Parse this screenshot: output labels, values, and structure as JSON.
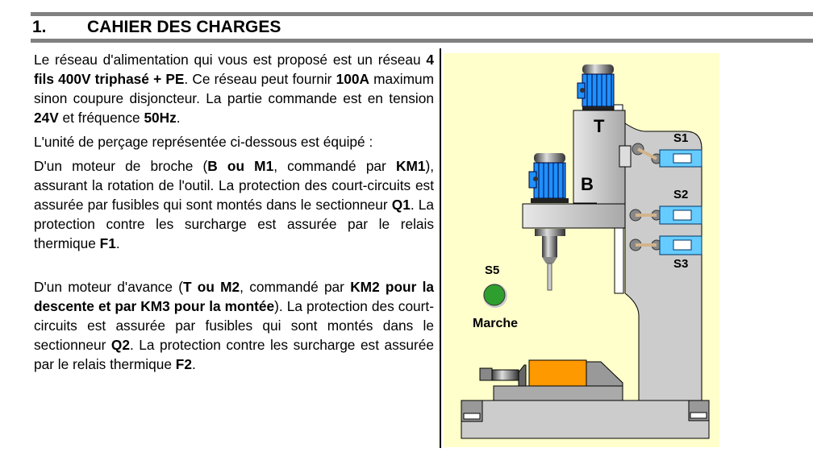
{
  "heading": {
    "number": "1.",
    "title": "CAHIER DES CHARGES"
  },
  "body": {
    "p1": [
      "Le réseau d'alimentation qui vous est proposé est  un réseau ",
      "4 fils 400V triphasé + PE",
      ". Ce réseau peut fournir ",
      "100A",
      " maximum sinon coupure disjoncteur. La partie commande est en tension ",
      "24V",
      " et fréquence ",
      "50Hz",
      "."
    ],
    "p2": "L'unité de perçage représentée ci-dessous est équipé :",
    "p3": [
      "D'un moteur de broche (",
      "B ou M1",
      ", commandé par ",
      "KM1",
      "), assurant la rotation de l'outil. La protection des court-circuits est assurée par fusibles qui sont montés dans le sectionneur ",
      "Q1",
      ". La protection contre les surcharge est assurée par le relais thermique ",
      "F1",
      "."
    ],
    "p4": [
      "D'un moteur d'avance (",
      "T ou M2",
      ", commandé par ",
      "KM2 pour la descente et par KM3 pour la montée",
      "). La protection des court-circuits est assurée par fusibles qui sont montés dans le sectionneur ",
      "Q2",
      ". La protection contre les surcharge est assurée par le relais thermique ",
      "F2",
      "."
    ]
  },
  "figure": {
    "label_T": "T",
    "label_B": "B",
    "switch_1": "S1",
    "switch_2": "S2",
    "switch_3": "S3",
    "button_label": "S5",
    "button_caption": "Marche",
    "colors": {
      "background": "#ffffcc",
      "motor": "#1e90ff",
      "button": "#2e9e2e",
      "workpiece": "#ff9900",
      "frame": "#cccccc"
    }
  }
}
